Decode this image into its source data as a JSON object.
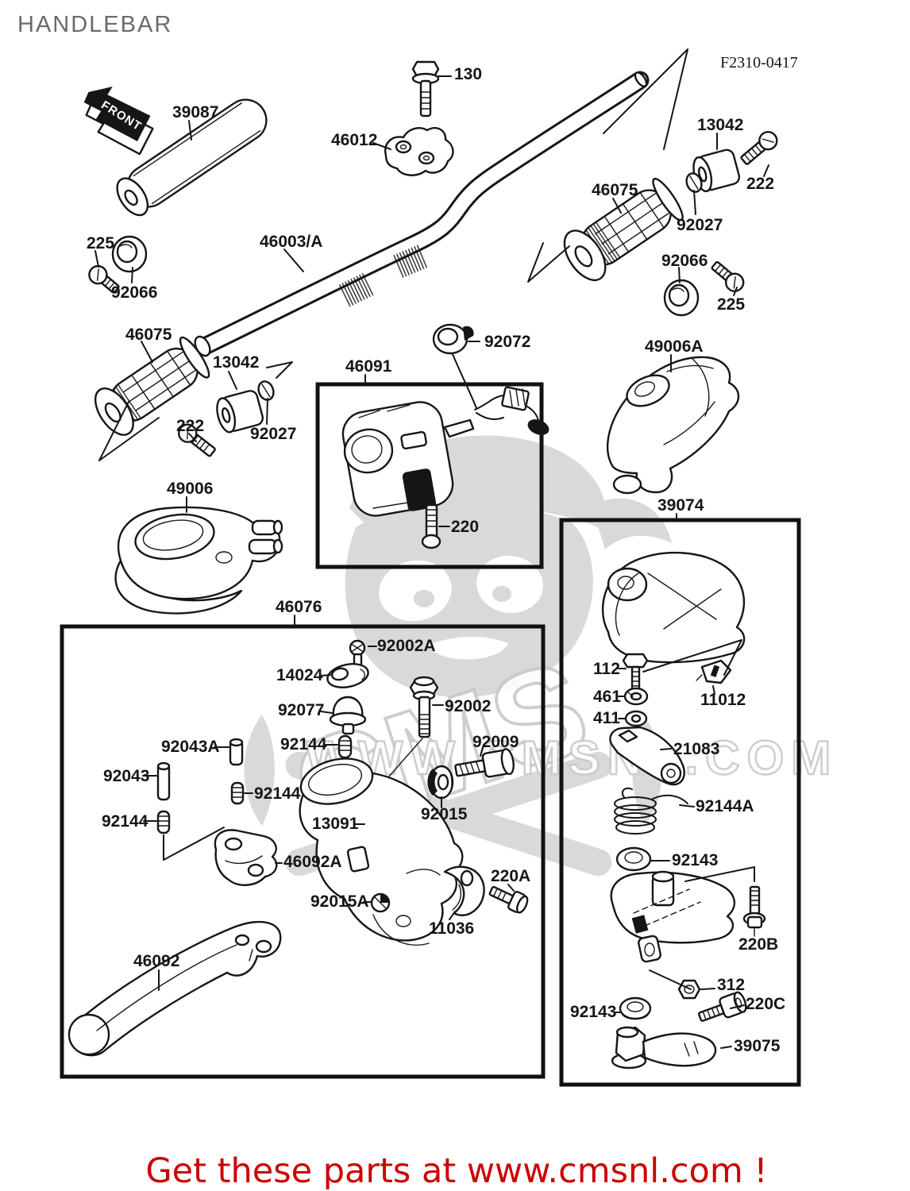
{
  "title": "HANDLEBAR",
  "figure_code": "F2310-0417",
  "front_marker": "FRONT",
  "watermark": {
    "brand": "CMS",
    "url": "WWW.CMSNL.COM"
  },
  "banner": {
    "text": "Get these parts at www.cmsnl.com !"
  },
  "colors": {
    "title_gray": "#6a6a6a",
    "line_black": "#161616",
    "watermark_gray": "#d9d9d9",
    "watermark_outline": "#c9c9c9",
    "banner_red": "#cc0000",
    "paper": "#ffffff"
  },
  "parts": {
    "p130": "130",
    "p39087": "39087",
    "p46012": "46012",
    "p13042r": "13042",
    "p222r": "222",
    "p46075r": "46075",
    "p92027r": "92027",
    "p92066r": "92066",
    "p225r": "225",
    "p225l": "225",
    "p92066l": "92066",
    "p46003": "46003/A",
    "p46075l": "46075",
    "p13042l": "13042",
    "p222l": "222",
    "p92027l": "92027",
    "p92072": "92072",
    "p46091": "46091",
    "p220": "220",
    "p49006a": "49006A",
    "p49006": "49006",
    "p39074": "39074",
    "p46076": "46076",
    "p92002a": "92002A",
    "p14024": "14024",
    "p92077": "92077",
    "p92144t": "92144",
    "p92002": "92002",
    "p92009": "92009",
    "p92015": "92015",
    "p13091": "13091",
    "p92043a": "92043A",
    "p92043": "92043",
    "p92144m": "92144",
    "p92144b": "92144",
    "p46092a": "46092A",
    "p92015a": "92015A",
    "p11036": "11036",
    "p220a": "220A",
    "p46092": "46092",
    "p112": "112",
    "p461": "461",
    "p411": "411",
    "p11012": "11012",
    "p21083": "21083",
    "p92144a": "92144A",
    "p92143u": "92143",
    "p220b": "220B",
    "p312": "312",
    "p220c": "220C",
    "p92143l": "92143",
    "p39075": "39075"
  }
}
